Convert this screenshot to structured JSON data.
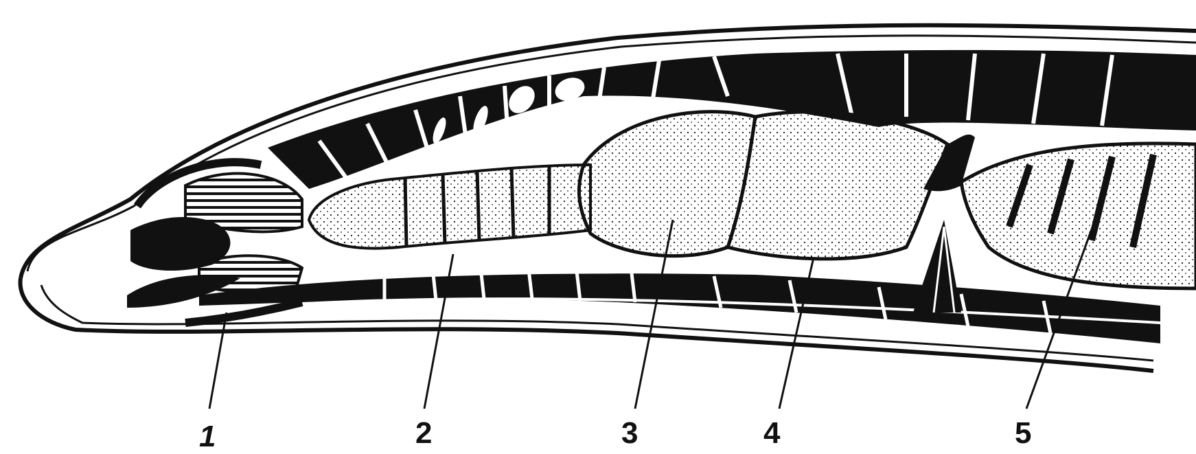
{
  "labels": [
    {
      "id": "1",
      "text": "1"
    },
    {
      "id": "2",
      "text": "2"
    },
    {
      "id": "3",
      "text": "3"
    },
    {
      "id": "4",
      "text": "4"
    },
    {
      "id": "5",
      "text": "5"
    }
  ],
  "colors": {
    "ink": "#111111",
    "paper": "#ffffff"
  }
}
